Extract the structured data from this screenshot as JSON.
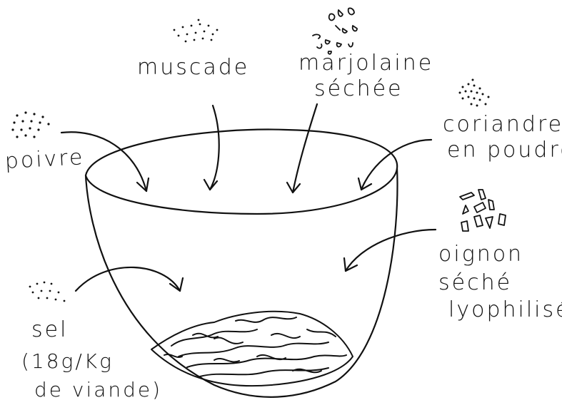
{
  "labels": {
    "muscade": "muscade",
    "marjolaine": "marjolaine",
    "sechee": "séchée",
    "coriandre": "coriandre",
    "en_poudre": "en poudre",
    "poivre": "poivre",
    "oignon": "oignon",
    "seche": "séché",
    "lyophilise": "lyophilisé",
    "sel": "sel",
    "dose": "(18g/Kg",
    "de_viande": "de viande)"
  },
  "colors": {
    "ink": "#111111",
    "background": "#ffffff"
  }
}
